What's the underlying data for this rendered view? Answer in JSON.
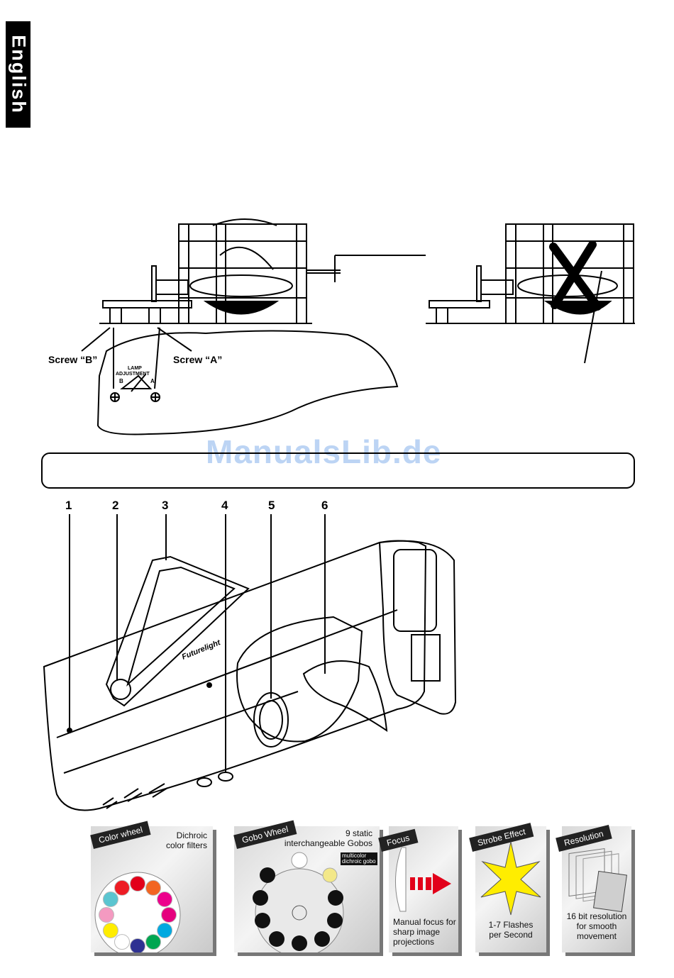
{
  "language_tab": "English",
  "diagram_top": {
    "screw_b_label": "Screw “B”",
    "screw_a_label": "Screw “A”",
    "lamp_adjustment_label": "LAMP\nADJUSTMENT",
    "axis_b": "B",
    "axis_a": "A"
  },
  "watermark": "ManualsLib.de",
  "callout_numbers": [
    "1",
    "2",
    "3",
    "4",
    "5",
    "6"
  ],
  "device": {
    "brand": "Futurelight"
  },
  "features": [
    {
      "tag": "Color wheel",
      "text": "Dichroic\ncolor filters"
    },
    {
      "tag": "Gobo Wheel",
      "text": "9 static\ninterchangeable Gobos",
      "note": "multicolor\ndichroic gobo"
    },
    {
      "tag": "Focus",
      "text": "Manual focus for\nsharp image\nprojections"
    },
    {
      "tag": "Strobe Effect",
      "text": "1-7 Flashes\nper Second"
    },
    {
      "tag": "Resolution",
      "text": "16 bit resolution\nfor smooth\nmovement"
    }
  ],
  "colors": {
    "color_wheel": [
      "#e2001a",
      "#f26522",
      "#ec008c",
      "#e5007e",
      "#00a9e0",
      "#00a651",
      "#2e3192",
      "#ffffff",
      "#ffed00",
      "#f49ac1",
      "#5bc5d0",
      "#ed1c24"
    ]
  }
}
